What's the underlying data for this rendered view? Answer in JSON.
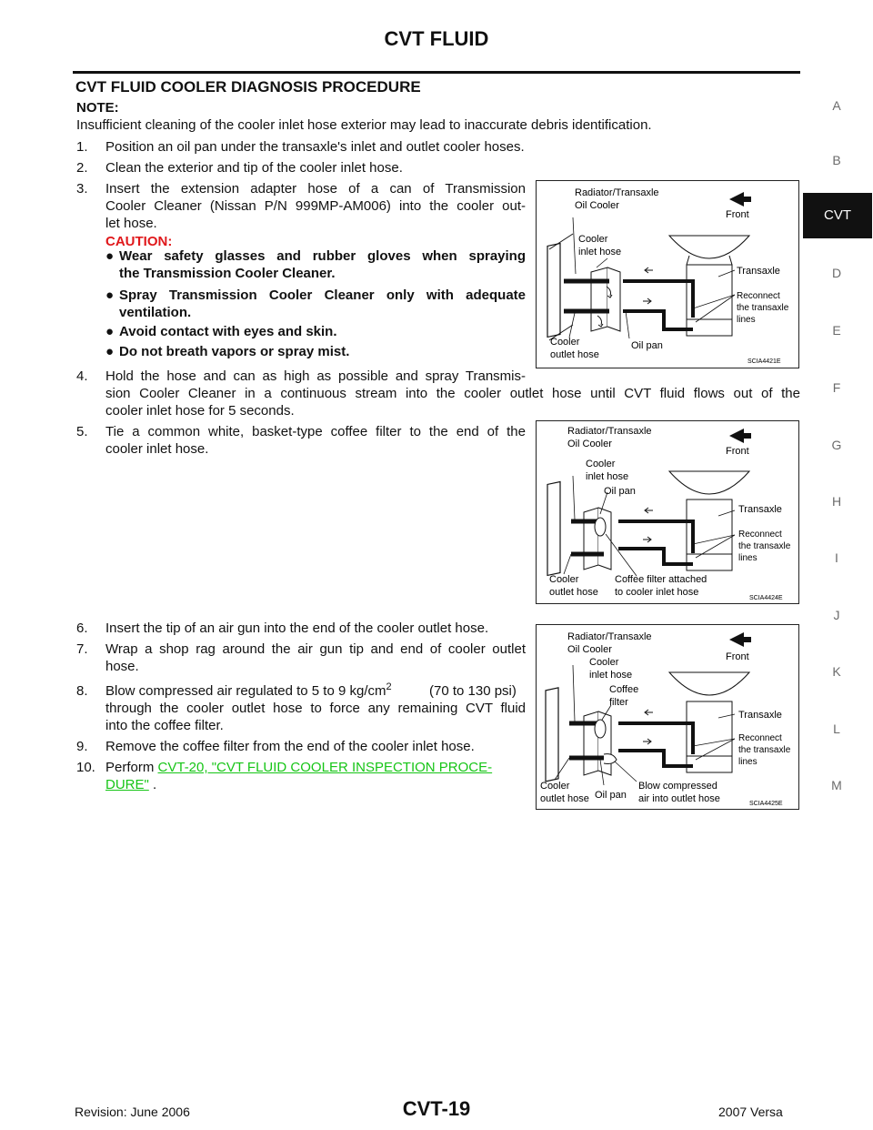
{
  "header": {
    "page_title": "CVT FLUID"
  },
  "section": {
    "title": "CVT FLUID COOLER DIAGNOSIS PROCEDURE",
    "note_label": "NOTE:",
    "note_text": "Insufficient cleaning of the cooler inlet hose exterior may lead to inaccurate debris identification."
  },
  "steps": {
    "s1": {
      "num": "1.",
      "text": "Position an oil pan under the transaxle's inlet and outlet cooler hoses."
    },
    "s2": {
      "num": "2.",
      "text": "Clean the exterior and tip of the cooler inlet hose."
    },
    "s3": {
      "num": "3.",
      "line1": "Insert the extension adapter hose of a can of Transmission",
      "line2": "Cooler Cleaner (Nissan P/N 999MP-AM006) into the cooler out-",
      "line3": "let hose."
    },
    "caution_label": "CAUTION:",
    "cautions": [
      {
        "line1": "Wear safety glasses and rubber gloves when spraying",
        "line2": "the Transmission Cooler Cleaner."
      },
      {
        "line1": "Spray Transmission Cooler Cleaner only with adequate",
        "line2": "ventilation."
      },
      {
        "line1": "Avoid contact with eyes and skin.",
        "line2": ""
      },
      {
        "line1": "Do not breath vapors or spray mist.",
        "line2": ""
      }
    ],
    "bullet_char": "●",
    "s4": {
      "num": "4.",
      "line1": "Hold the hose and can as high as possible and spray Transmis-",
      "line2": "sion Cooler Cleaner in a continuous stream into the cooler outlet hose until CVT fluid flows out of the",
      "line3": "cooler inlet hose for 5 seconds."
    },
    "s5": {
      "num": "5.",
      "line1": "Tie a common white, basket-type coffee filter to the end of the",
      "line2": "cooler inlet hose."
    },
    "s6": {
      "num": "6.",
      "text": "Insert the tip of an air gun into the end of the cooler outlet hose."
    },
    "s7": {
      "num": "7.",
      "line1": "Wrap a shop rag around the air gun tip and end of cooler outlet",
      "line2": "hose."
    },
    "s8": {
      "num": "8.",
      "line1a": "Blow compressed air regulated to 5 to 9 kg/cm",
      "sup": "2",
      "line1b": "(70 to 130 psi)",
      "line2": "through the cooler outlet hose to force any remaining CVT fluid",
      "line3": "into the coffee filter."
    },
    "s9": {
      "num": "9.",
      "text": "Remove the coffee filter from the end of the cooler inlet hose."
    },
    "s10": {
      "num": "10.",
      "pre": "Perform",
      "link1": "CVT-20, \"CVT FLUID COOLER INSPECTION PROCE-",
      "link2": "DURE\"",
      "post": "."
    }
  },
  "figures": [
    {
      "labels": {
        "title1": "Radiator/Transaxle",
        "title2": "Oil Cooler",
        "front": "Front",
        "inlet1": "Cooler",
        "inlet2": "inlet hose",
        "transaxle": "Transaxle",
        "reconnect1": "Reconnect",
        "reconnect2": "the transaxle",
        "reconnect3": "lines",
        "outlet1": "Cooler",
        "outlet2": "outlet hose",
        "oilpan": "Oil pan",
        "code": "SCIA4421E"
      }
    },
    {
      "labels": {
        "title1": "Radiator/Transaxle",
        "title2": "Oil Cooler",
        "front": "Front",
        "inlet1": "Cooler",
        "inlet2": "inlet hose",
        "oilpan": "Oil pan",
        "transaxle": "Transaxle",
        "reconnect1": "Reconnect",
        "reconnect2": "the transaxle",
        "reconnect3": "lines",
        "outlet1": "Cooler",
        "outlet2": "outlet hose",
        "filter1": "Coffee filter attached",
        "filter2": "to cooler inlet hose",
        "code": "SCIA4424E"
      }
    },
    {
      "labels": {
        "title1": "Radiator/Transaxle",
        "title2": "Oil Cooler",
        "front": "Front",
        "inlet1": "Cooler",
        "inlet2": "inlet hose",
        "coffee1": "Coffee",
        "coffee2": "filter",
        "transaxle": "Transaxle",
        "reconnect1": "Reconnect",
        "reconnect2": "the transaxle",
        "reconnect3": "lines",
        "outlet1": "Cooler",
        "outlet2": "outlet hose",
        "oilpan": "Oil pan",
        "blow1": "Blow compressed",
        "blow2": "air into outlet hose",
        "code": "SCIA4425E"
      }
    }
  ],
  "side_index": {
    "items": [
      "A",
      "B",
      "CVT",
      "D",
      "E",
      "F",
      "G",
      "H",
      "I",
      "J",
      "K",
      "L",
      "M"
    ]
  },
  "footer": {
    "revision": "Revision: June 2006",
    "page": "CVT-19",
    "model": "2007 Versa"
  }
}
